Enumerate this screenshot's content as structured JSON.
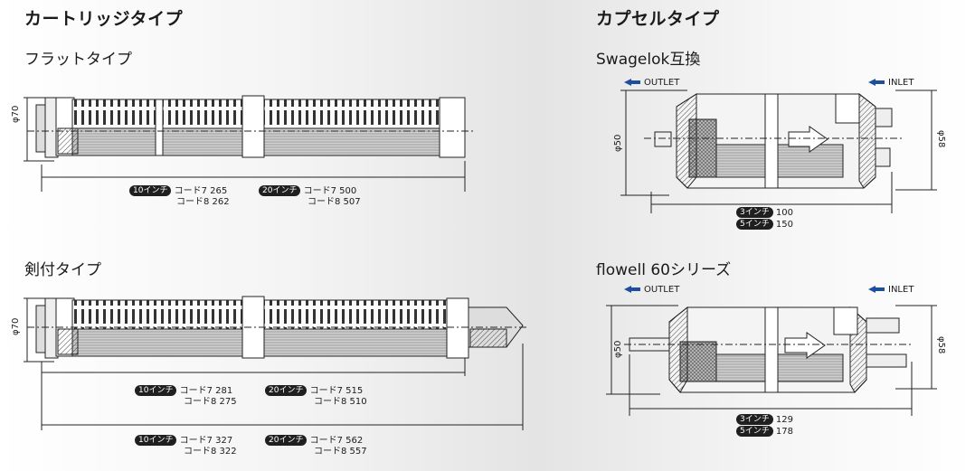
{
  "cartridge": {
    "title": "カートリッジタイプ",
    "flat": {
      "subtitle": "フラットタイプ",
      "dia": "φ70",
      "specs": [
        {
          "size": "10インチ",
          "c7": "コード7 265",
          "c8": "コード8 262"
        },
        {
          "size": "20インチ",
          "c7": "コード7 500",
          "c8": "コード8 507"
        }
      ]
    },
    "sword": {
      "subtitle": "剣付タイプ",
      "dia": "φ70",
      "specs_a": [
        {
          "size": "10インチ",
          "c7": "コード7 281",
          "c8": "コード8 275"
        },
        {
          "size": "20インチ",
          "c7": "コード7 515",
          "c8": "コード8 510"
        }
      ],
      "specs_b": [
        {
          "size": "10インチ",
          "c7": "コード7 327",
          "c8": "コード8 322"
        },
        {
          "size": "20インチ",
          "c7": "コード7 562",
          "c8": "コード8 557"
        }
      ]
    }
  },
  "capsule": {
    "title": "カプセルタイプ",
    "swagelok": {
      "subtitle": "Swagelok互換",
      "outlet": "OUTLET",
      "inlet": "INLET",
      "dia_left": "φ50",
      "dia_right": "φ58",
      "specs": [
        {
          "size": "3インチ",
          "value": "100"
        },
        {
          "size": "5インチ",
          "value": "150"
        }
      ]
    },
    "flowell": {
      "subtitle": "flowell 60シリーズ",
      "outlet": "OUTLET",
      "inlet": "INLET",
      "dia_left": "φ50",
      "dia_right": "φ58",
      "specs": [
        {
          "size": "3インチ",
          "value": "129"
        },
        {
          "size": "5インチ",
          "value": "178"
        }
      ]
    }
  },
  "colors": {
    "ink": "#1a1a1a",
    "pill": "#1f1f1f",
    "arrow": "#1f4e9c"
  }
}
